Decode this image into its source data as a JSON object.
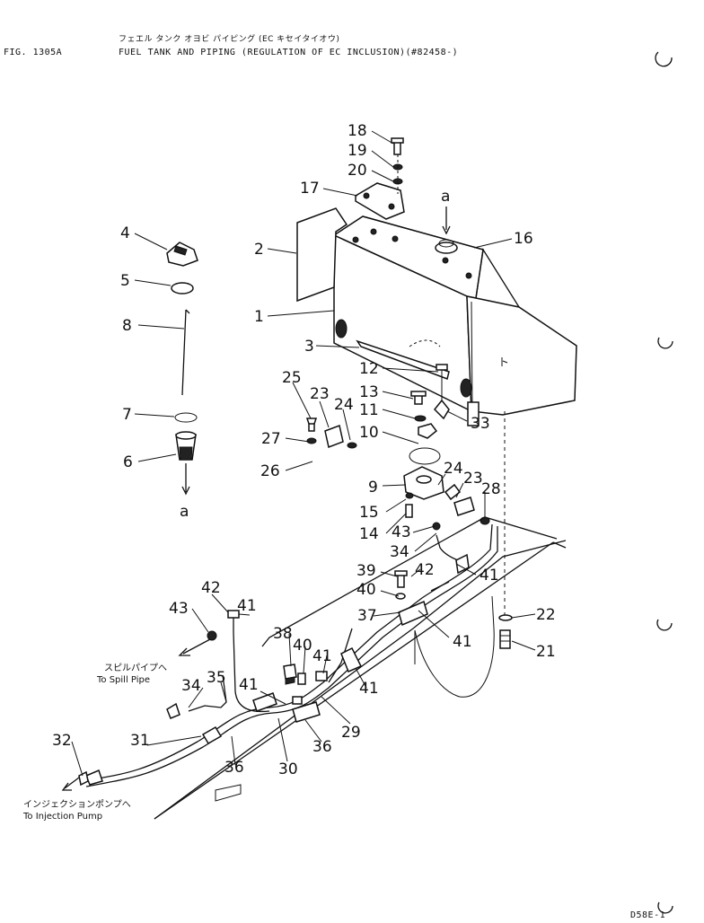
{
  "header": {
    "japanese_title": "フェエル タンク オヨビ パイピング (EC キセイタイオウ)",
    "fig_number": "FIG. 1305A",
    "title": "FUEL TANK AND PIPING (REGULATION OF EC INCLUSION)(#82458-)"
  },
  "footer": {
    "page_code": "D58E-1"
  },
  "ref_marks": {
    "top": "a",
    "bottom": "a"
  },
  "notes": {
    "spill_pipe_jp": "スピルパイプへ",
    "spill_pipe_en": "To Spill Pipe",
    "injection_pump_jp": "インジェクションポンプへ",
    "injection_pump_en": "To Injection Pump"
  },
  "callouts": {
    "c1": "1",
    "c2": "2",
    "c3": "3",
    "c4": "4",
    "c5": "5",
    "c6": "6",
    "c7": "7",
    "c8": "8",
    "c9": "9",
    "c10": "10",
    "c11": "11",
    "c12": "12",
    "c13": "13",
    "c14": "14",
    "c15": "15",
    "c16": "16",
    "c17": "17",
    "c18": "18",
    "c19": "19",
    "c20": "20",
    "c21": "21",
    "c22": "22",
    "c23a": "23",
    "c23b": "23",
    "c24a": "24",
    "c24b": "24",
    "c25": "25",
    "c26": "26",
    "c27": "27",
    "c28": "28",
    "c29": "29",
    "c30": "30",
    "c31": "31",
    "c32": "32",
    "c33": "33",
    "c34a": "34",
    "c34b": "34",
    "c35": "35",
    "c36a": "36",
    "c36b": "36",
    "c37": "37",
    "c38": "38",
    "c39": "39",
    "c40a": "40",
    "c40b": "40",
    "c41a": "41",
    "c41b": "41",
    "c41c": "41",
    "c41d": "41",
    "c41e": "41",
    "c41f": "41",
    "c42a": "42",
    "c42b": "42",
    "c43a": "43",
    "c43b": "43"
  }
}
